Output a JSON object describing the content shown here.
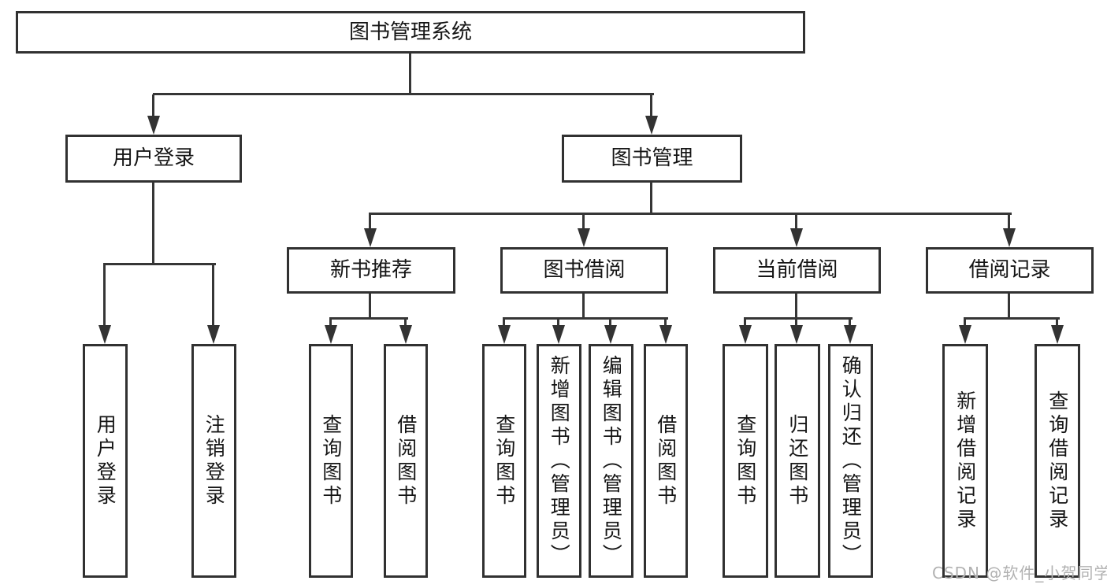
{
  "diagram": {
    "colors": {
      "line": "#333333",
      "box_border": "#313131",
      "text": "#151515",
      "background": "#ffffff",
      "watermark": "#b1b1b1"
    },
    "tree": {
      "label": "图书管理系统",
      "children": [
        {
          "label": "用户登录",
          "children": [
            {
              "label": "用户登录"
            },
            {
              "label": "注销登录"
            }
          ]
        },
        {
          "label": "图书管理",
          "children": [
            {
              "label": "新书推荐",
              "children": [
                {
                  "label": "查询图书"
                },
                {
                  "label": "借阅图书"
                }
              ]
            },
            {
              "label": "图书借阅",
              "children": [
                {
                  "label": "查询图书"
                },
                {
                  "label": "新增图书（管理员）"
                },
                {
                  "label": "编辑图书（管理员）"
                },
                {
                  "label": "借阅图书"
                }
              ]
            },
            {
              "label": "当前借阅",
              "children": [
                {
                  "label": "查询图书"
                },
                {
                  "label": "归还图书"
                },
                {
                  "label": "确认归还（管理员）"
                }
              ]
            },
            {
              "label": "借阅记录",
              "children": [
                {
                  "label": "新增借阅记录"
                },
                {
                  "label": "查询借阅记录"
                }
              ]
            }
          ]
        }
      ]
    },
    "watermark": {
      "text": "CSDN @软件_小贺同学"
    }
  }
}
